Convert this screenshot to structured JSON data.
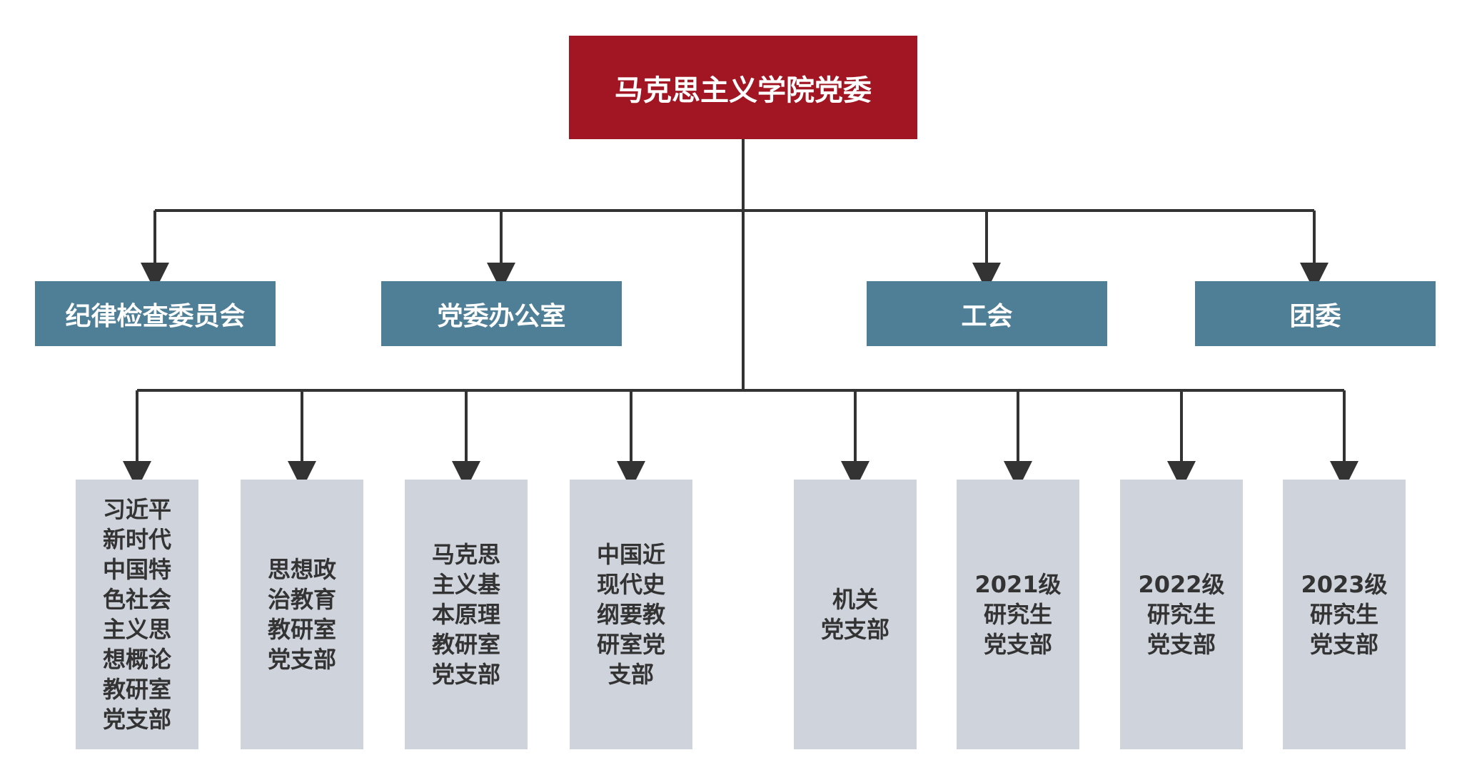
{
  "root": {
    "label": "马克思主义学院党委",
    "color": "#a11622"
  },
  "second_level": [
    {
      "label": "纪律检查委员会"
    },
    {
      "label": "党委办公室"
    },
    {
      "label": "工会"
    },
    {
      "label": "团委"
    }
  ],
  "third_level": [
    {
      "label": "习近平\n新时代\n中国特\n色社会\n主义思\n想概论\n教研室\n党支部"
    },
    {
      "label": "思想政\n治教育\n教研室\n党支部"
    },
    {
      "label": "马克思\n主义基\n本原理\n教研室\n党支部"
    },
    {
      "label": "中国近\n现代史\n纲要教\n研室党\n支部"
    },
    {
      "label": "机关\n党支部"
    },
    {
      "label": "2021级\n研究生\n党支部"
    },
    {
      "label": "2022级\n研究生\n党支部"
    },
    {
      "label": "2023级\n研究生\n党支部"
    }
  ],
  "colors": {
    "root_fill": "#a11622",
    "second_fill": "#4f7f97",
    "third_fill": "#cfd3dc",
    "connector": "#333333"
  }
}
